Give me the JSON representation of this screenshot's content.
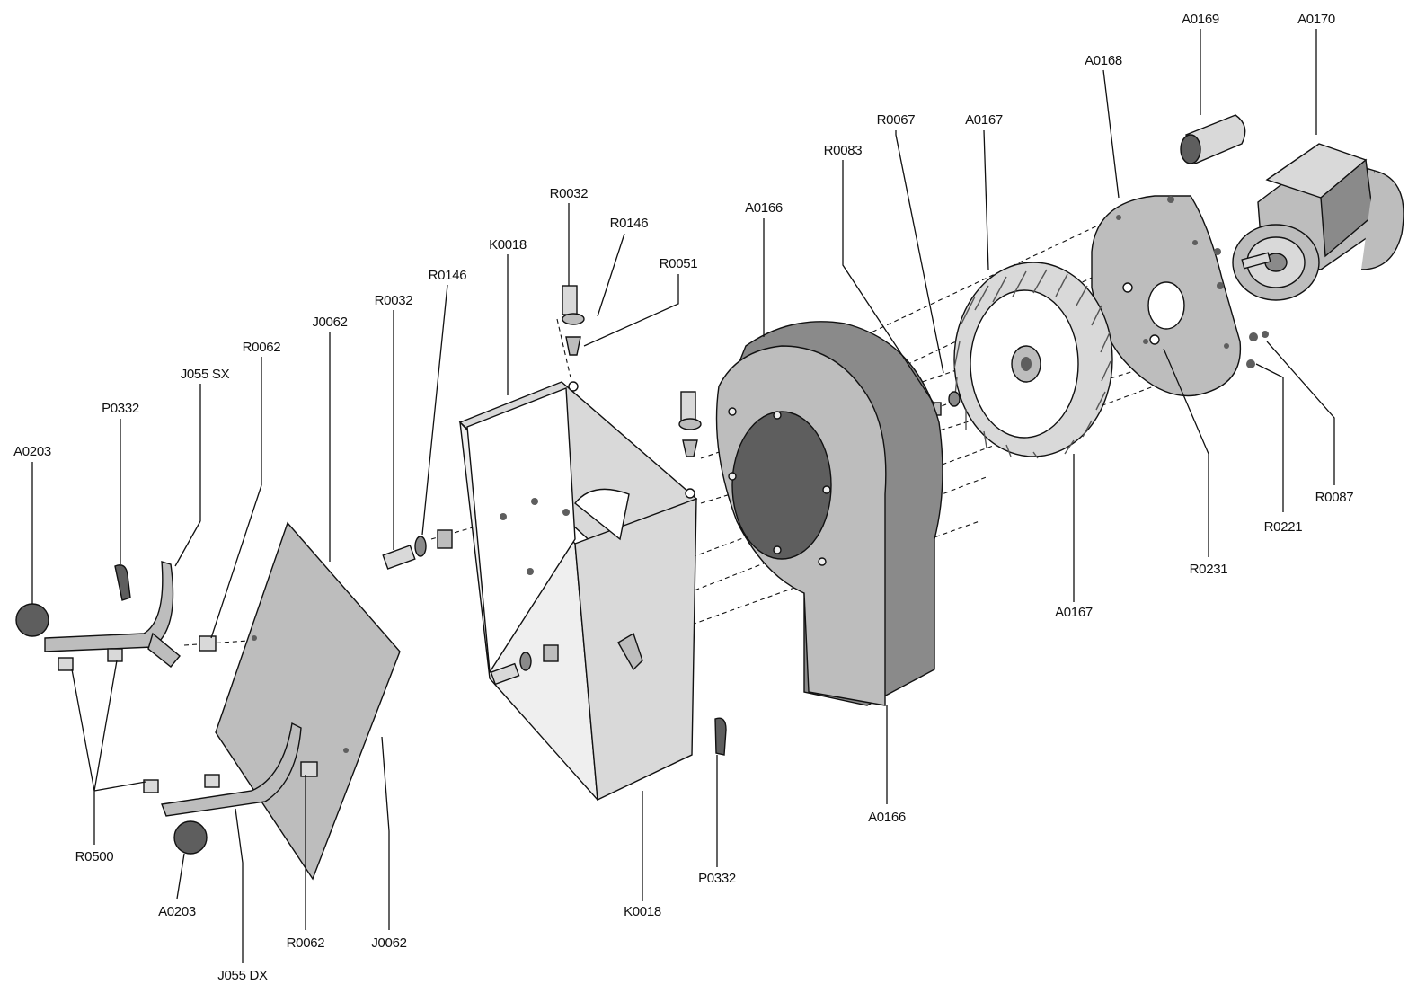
{
  "diagram": {
    "labels": {
      "a0169": "A0169",
      "a0170": "A0170",
      "a0168": "A0168",
      "r0067": "R0067",
      "a0167_top": "A0167",
      "r0083": "R0083",
      "a0166_top": "A0166",
      "r0032_top": "R0032",
      "r0146_top": "R0146",
      "k0018_top": "K0018",
      "r0051": "R0051",
      "r0146_mid": "R0146",
      "r0032_mid": "R0032",
      "j0062_top": "J0062",
      "r0062_top": "R0062",
      "j055sx": "J055 SX",
      "p0332_top": "P0332",
      "a0203_top": "A0203",
      "r0087": "R0087",
      "r0221": "R0221",
      "r0231": "R0231",
      "a0167_bottom": "A0167",
      "a0166_bottom": "A0166",
      "p0332_bottom": "P0332",
      "k0018_bottom": "K0018",
      "j0062_bottom": "J0062",
      "r0062_bottom": "R0062",
      "j055dx": "J055 DX",
      "a0203_bottom": "A0203",
      "r0500": "R0500"
    }
  }
}
